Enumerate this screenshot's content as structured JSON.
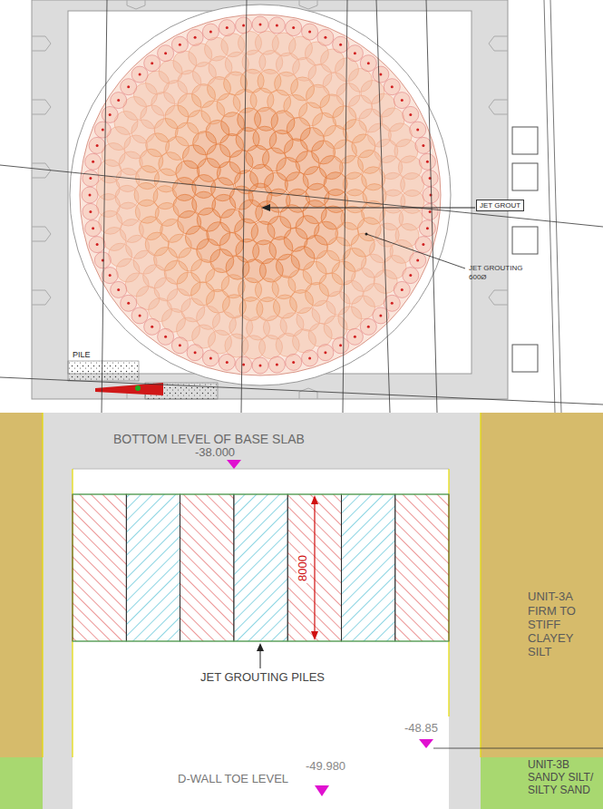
{
  "diagram": {
    "nodes": [
      {
        "text": [
          "JET GROUT"
        ]
      },
      {
        "text": [
          "BOTTOM LEVEL OF BASE SLAB",
          "-38.000"
        ]
      },
      {
        "text": [
          "UNIT-3A",
          "FIRM TO STIFF CLAYEY SILT"
        ]
      },
      {
        "text": [
          "UNIT-3B",
          "SANDY SILT/ SILTY SAND"
        ]
      }
    ],
    "labels": [
      "JET GROUTING",
      "600Ø",
      "PILE",
      "8000",
      "JET GROUTING PILES",
      "-48.85",
      "D-WALL TOE LEVEL",
      "-49.980"
    ]
  }
}
